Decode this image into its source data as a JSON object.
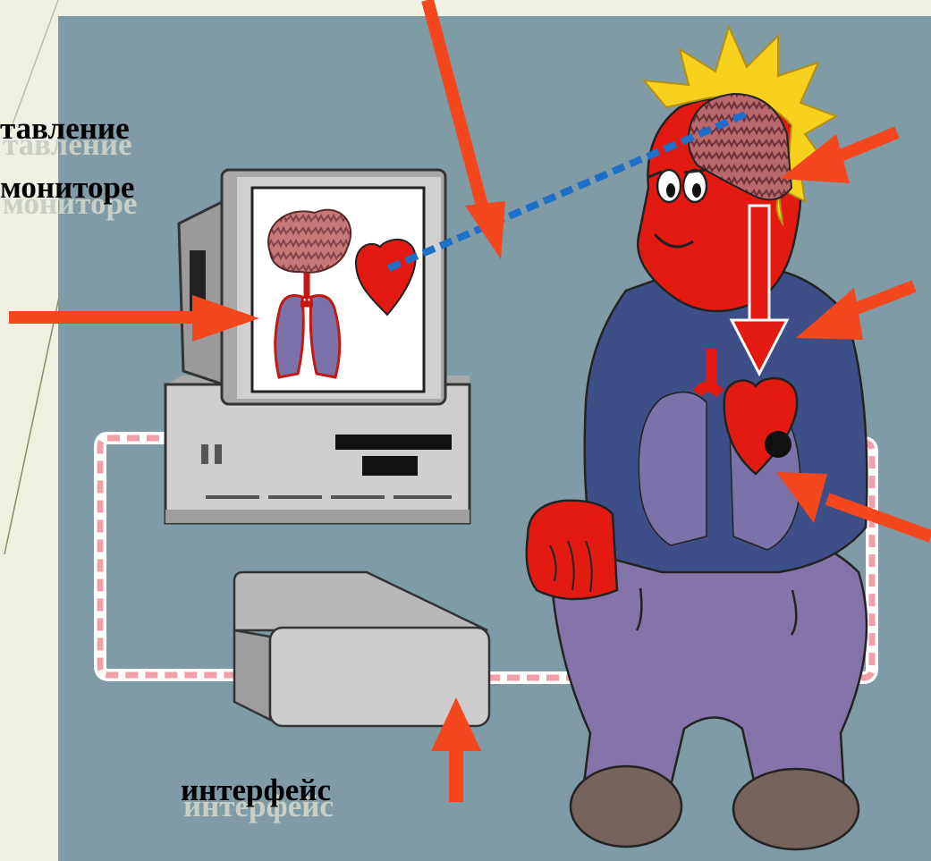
{
  "labels": {
    "representation_line1": "тавление",
    "representation_line2": "мониторе",
    "interface": "интерфейс"
  },
  "colors": {
    "page_background": "#eef0e2",
    "scene_background": "#7f9ba6",
    "arrow": "#f4471d",
    "organ_red": "#e21a12",
    "brain_pink": "#c9787a",
    "lungs_purple": "#7a72a8",
    "shirt_blue": "#3d4f86",
    "pants_purple": "#8474a9",
    "hair_yellow": "#f6d21f",
    "cable_white": "#ffffff",
    "cable_pink": "#f0a0a8",
    "signal_blue": "#1f6fc8",
    "device_gray": "#cdcdcd"
  }
}
